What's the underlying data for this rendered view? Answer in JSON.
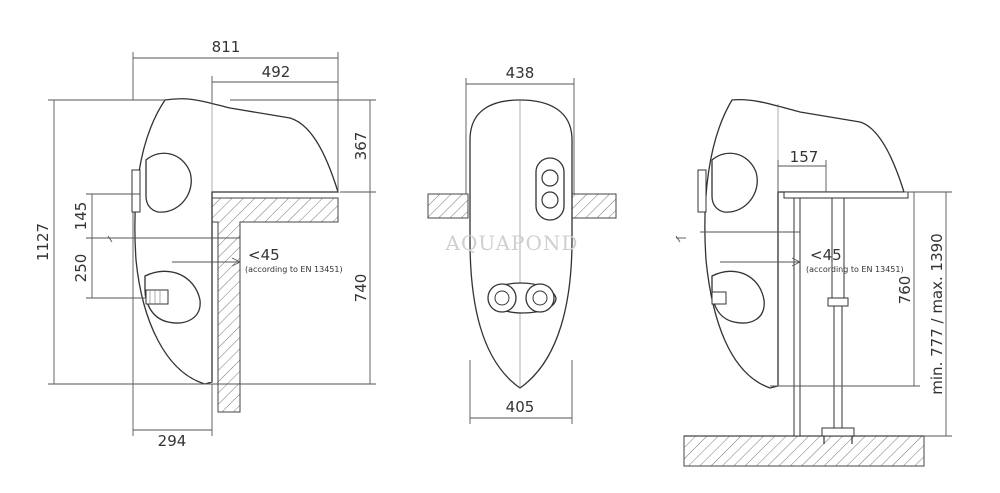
{
  "watermark": "AQUAPOND",
  "side_view": {
    "dim_width": "811",
    "dim_top_width": "492",
    "dim_top_height": "367",
    "dim_total_height": "1127",
    "dim_upper_offset": "145",
    "dim_lower_offset": "250",
    "dim_wall_height": "740",
    "dim_bottom_depth": "294",
    "angle_label": "<45",
    "angle_note": "(according to EN 13451)"
  },
  "front_view": {
    "dim_top_width": "438",
    "dim_bottom_width": "405"
  },
  "free_view": {
    "dim_offset": "157",
    "angle_label": "<45",
    "angle_note": "(according to EN 13451)",
    "dim_height": "760",
    "dim_range": "min. 777 / max. 1390"
  }
}
